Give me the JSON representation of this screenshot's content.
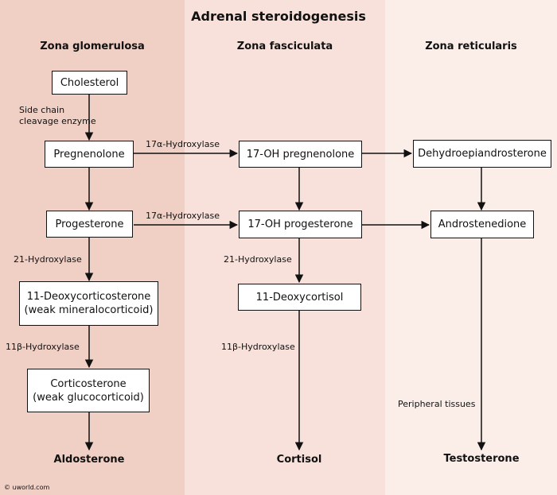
{
  "title": "Adrenal steroidogenesis",
  "zones": {
    "glomerulosa": "Zona glomerulosa",
    "fasciculata": "Zona fasciculata",
    "reticularis": "Zona reticularis"
  },
  "nodes": {
    "cholesterol": "Cholesterol",
    "pregnenolone": "Pregnenolone",
    "progesterone": "Progesterone",
    "deoxycorticosterone": {
      "line1": "11-Deoxycorticosterone",
      "line2": "(weak mineralocorticoid)"
    },
    "corticosterone": {
      "line1": "Corticosterone",
      "line2": "(weak glucocorticoid)"
    },
    "oh_pregnenolone": "17-OH pregnenolone",
    "oh_progesterone": "17-OH progesterone",
    "deoxycortisol": "11-Deoxycortisol",
    "dhea": "Dehydroepiandrosterone",
    "androstenedione": "Androstenedione"
  },
  "products": {
    "aldosterone": "Aldosterone",
    "cortisol": "Cortisol",
    "testosterone": "Testosterone"
  },
  "enzymes": {
    "side_chain": {
      "line1": "Side chain",
      "line2": "cleavage enzyme"
    },
    "hydroxylase_17a_top": "17α-Hydroxylase",
    "hydroxylase_17a_mid": "17α-Hydroxylase",
    "hydroxylase_21_left": "21-Hydroxylase",
    "hydroxylase_21_mid": "21-Hydroxylase",
    "hydroxylase_11b_left": "11β-Hydroxylase",
    "hydroxylase_11b_mid": "11β-Hydroxylase",
    "peripheral": "Peripheral tissues"
  },
  "copyright": "© uworld.com"
}
